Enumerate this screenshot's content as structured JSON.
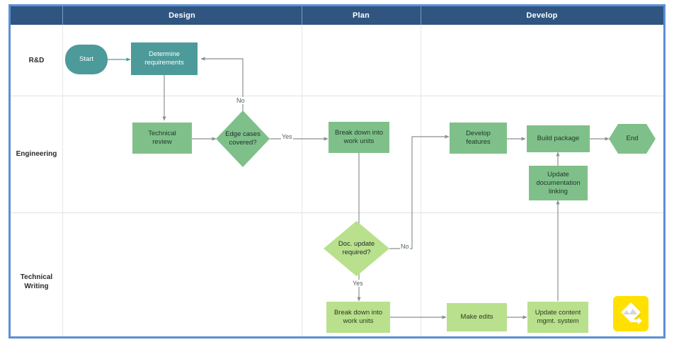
{
  "diagram": {
    "title": "Swimlane flowchart",
    "colors": {
      "header_band": "#2f5580",
      "frame": "#5b8fd4",
      "teal": "#4d9a9a",
      "green": "#7fc08a",
      "light_green": "#b9e08c",
      "connector": "#8a8f94",
      "badge": "#ffe000"
    },
    "columns": [
      {
        "label": "",
        "name": "lane-label-column"
      },
      {
        "label": "Design",
        "name": "phase-design"
      },
      {
        "label": "Plan",
        "name": "phase-plan"
      },
      {
        "label": "Develop",
        "name": "phase-develop"
      }
    ],
    "lanes": [
      {
        "label": "R&D"
      },
      {
        "label": "Engineering"
      },
      {
        "label": "Technical\nWriting",
        "line1": "Technical",
        "line2": "Writing"
      }
    ],
    "nodes": [
      {
        "id": "start",
        "label": "Start",
        "shape": "rounded",
        "lane": "R&D",
        "phase": "Design"
      },
      {
        "id": "determine",
        "label": "Determine requirements",
        "shape": "rect",
        "lane": "R&D",
        "phase": "Design"
      },
      {
        "id": "techreview",
        "label": "Technical review",
        "shape": "rect",
        "lane": "Engineering",
        "phase": "Design"
      },
      {
        "id": "edgecases",
        "label": "Edge cases covered?",
        "shape": "diamond",
        "lane": "Engineering",
        "phase": "Design"
      },
      {
        "id": "breakdown1",
        "label": "Break down into work units",
        "shape": "rect",
        "lane": "Engineering",
        "phase": "Plan"
      },
      {
        "id": "developfeat",
        "label": "Develop features",
        "shape": "rect",
        "lane": "Engineering",
        "phase": "Develop"
      },
      {
        "id": "buildpkg",
        "label": "Build package",
        "shape": "rect",
        "lane": "Engineering",
        "phase": "Develop"
      },
      {
        "id": "end",
        "label": "End",
        "shape": "hexagon",
        "lane": "Engineering",
        "phase": "Develop"
      },
      {
        "id": "updatedoclink",
        "label": "Update documentation linking",
        "shape": "rect",
        "lane": "Engineering",
        "phase": "Develop"
      },
      {
        "id": "docupdate",
        "label": "Doc. update required?",
        "shape": "diamond",
        "lane": "Technical Writing",
        "phase": "Plan"
      },
      {
        "id": "breakdown2",
        "label": "Break down into work units",
        "shape": "rect",
        "lane": "Technical Writing",
        "phase": "Plan"
      },
      {
        "id": "makeedits",
        "label": "Make edits",
        "shape": "rect",
        "lane": "Technical Writing",
        "phase": "Develop"
      },
      {
        "id": "updatecms",
        "label": "Update content mgmt. system",
        "shape": "rect",
        "lane": "Technical Writing",
        "phase": "Develop"
      }
    ],
    "node_text": {
      "start": "Start",
      "determine_l1": "Determine",
      "determine_l2": "requirements",
      "techreview_l1": "Technical",
      "techreview_l2": "review",
      "edgecases_l1": "Edge cases",
      "edgecases_l2": "covered?",
      "breakdown1_l1": "Break down into",
      "breakdown1_l2": "work units",
      "developfeat_l1": "Develop",
      "developfeat_l2": "features",
      "buildpkg": "Build package",
      "end": "End",
      "updatedoclink_l1": "Update",
      "updatedoclink_l2": "documentation",
      "updatedoclink_l3": "linking",
      "docupdate_l1": "Doc. update",
      "docupdate_l2": "required?",
      "breakdown2_l1": "Break down into",
      "breakdown2_l2": "work units",
      "makeedits": "Make edits",
      "updatecms_l1": "Update content",
      "updatecms_l2": "mgmt. system"
    },
    "edge_labels": {
      "edgecases_no": "No",
      "edgecases_yes": "Yes",
      "docupdate_no": "No",
      "docupdate_yes": "Yes"
    },
    "badge": {
      "name": "diagram-export-badge",
      "icon": "diamond-arrow-icon"
    }
  }
}
